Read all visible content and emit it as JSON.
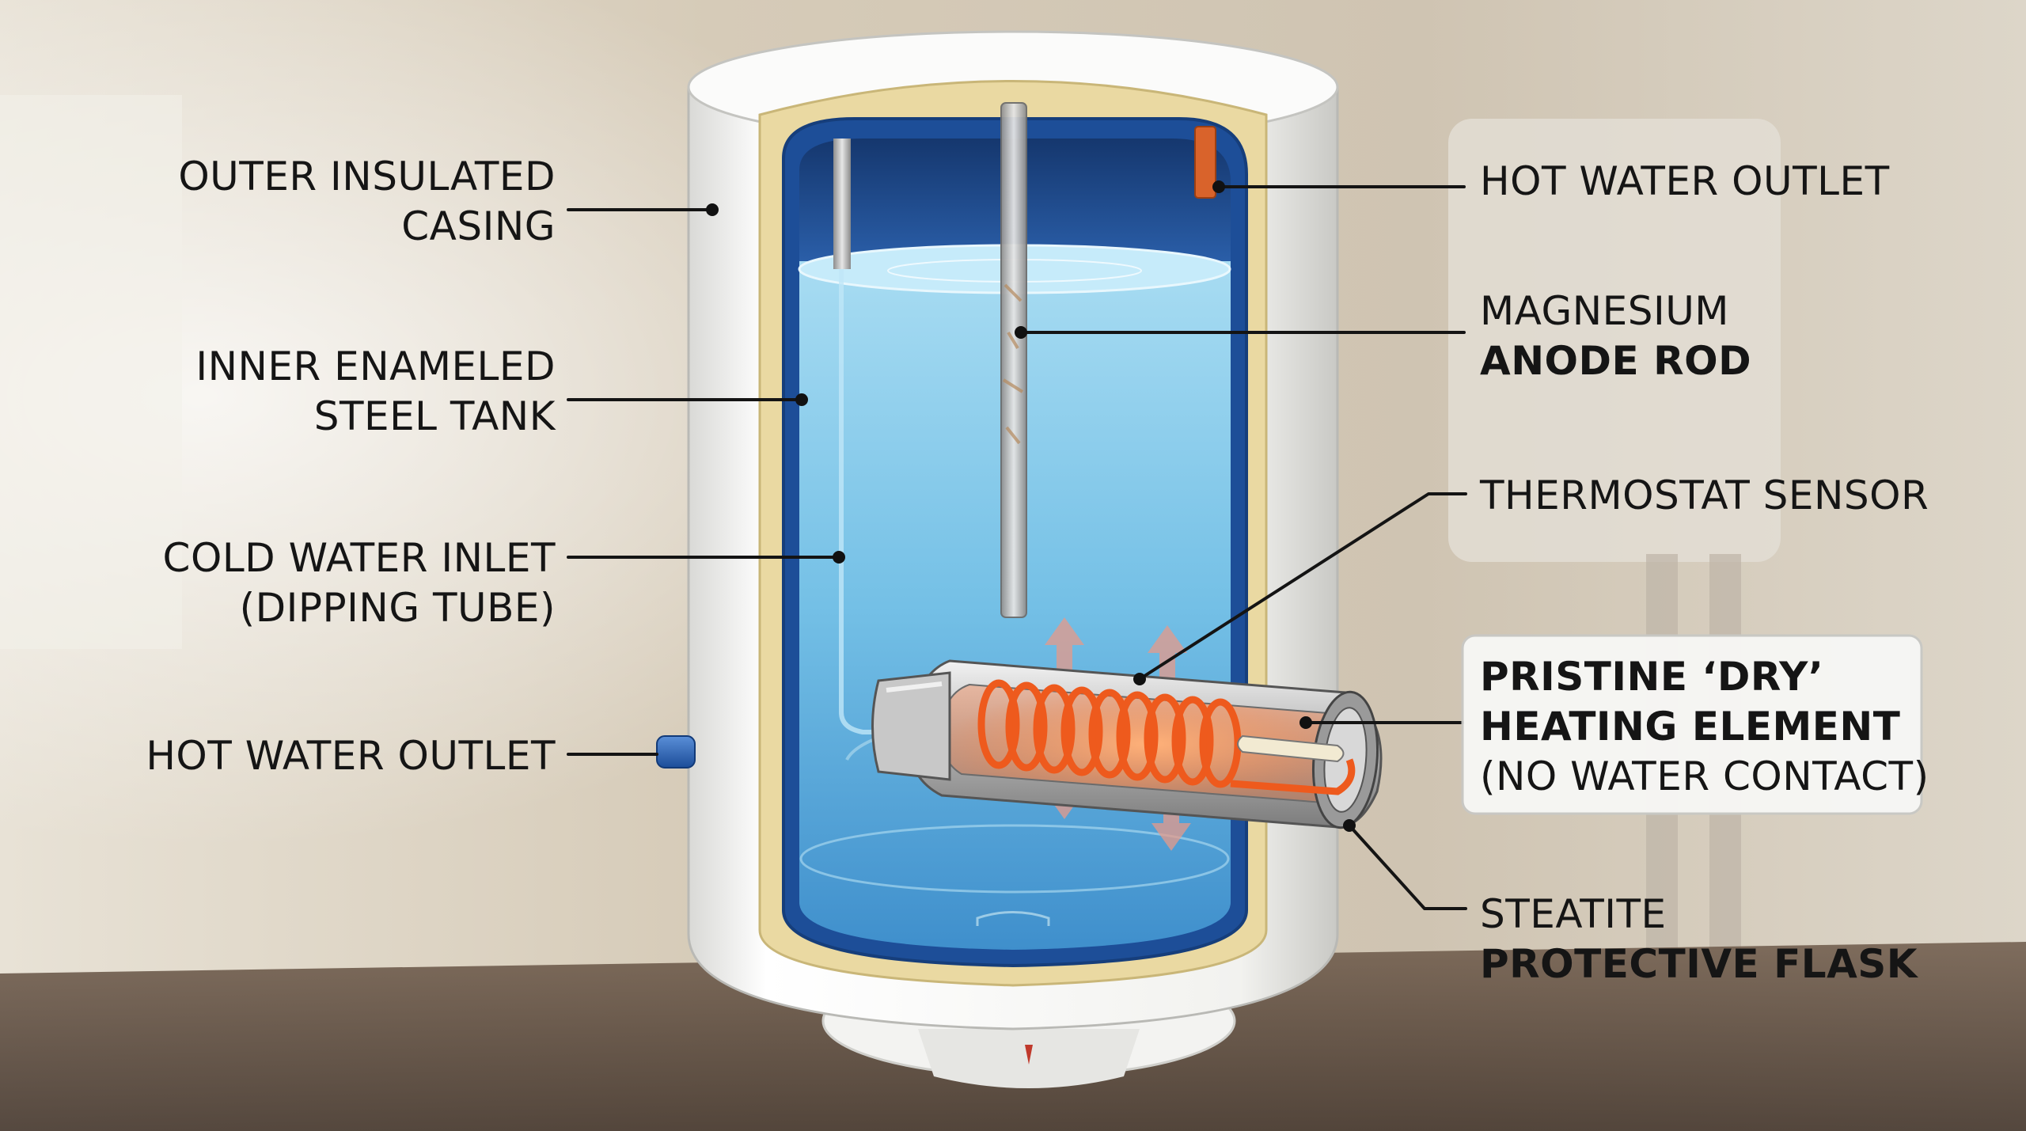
{
  "colors": {
    "background": "#cfc6b6",
    "casing": "#f4f4f2",
    "insulation": "#ead9a2",
    "tank_wall": "#1d4e98",
    "water": "#7cc6e8",
    "heating_coil": "#ef5a1f",
    "flask": "#c9c9c9",
    "label_text": "#151515",
    "callout_box": "#f7f7f5"
  },
  "labels": {
    "outer_casing": {
      "line1": "OUTER INSULATED",
      "line2": "CASING"
    },
    "inner_tank": {
      "line1": "INNER ENAMELED",
      "line2": "STEEL TANK"
    },
    "cold_inlet": {
      "line1": "COLD WATER INLET",
      "line2": "(DIPPING TUBE)"
    },
    "hot_outlet_left": "HOT WATER OUTLET",
    "hot_outlet_right": "HOT WATER OUTLET",
    "anode": {
      "line1": "MAGNESIUM",
      "line2": "ANODE ROD"
    },
    "thermostat": "THERMOSTAT SENSOR",
    "heating_element": {
      "line1": "PRISTINE ‘DRY’",
      "line2": "HEATING ELEMENT",
      "line3": "(NO WATER CONTACT)"
    },
    "flask": {
      "line1": "STEATITE",
      "line2": "PROTECTIVE FLASK"
    }
  }
}
